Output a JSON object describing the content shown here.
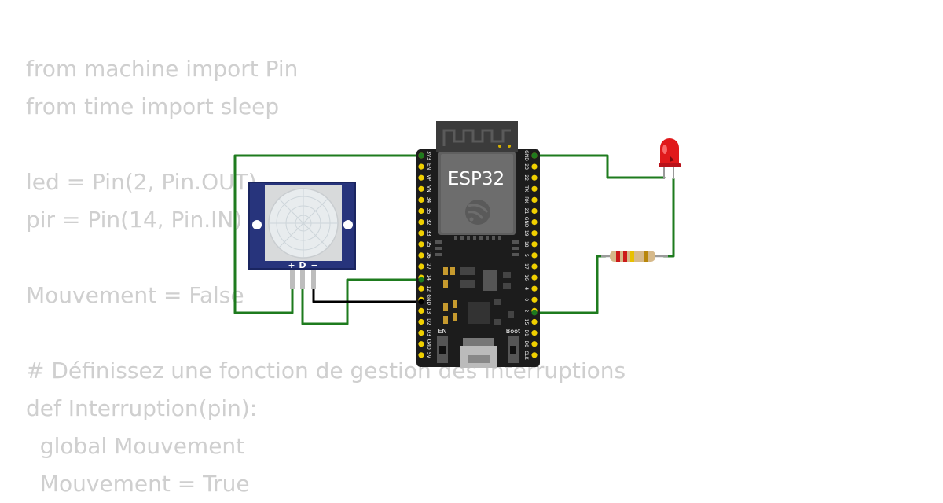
{
  "code": {
    "lines": [
      "from machine import Pin",
      "from time import sleep",
      "",
      "led = Pin(2, Pin.OUT)",
      "pir = Pin(14, Pin.IN)",
      "",
      "Mouvement = False",
      "",
      "# Définissez une fonction de gestion des interruptions",
      "def Interruption(pin):",
      "  global Mouvement",
      "  Mouvement = True"
    ]
  },
  "board": {
    "title": "ESP32",
    "en_label": "EN",
    "boot_label": "Boot",
    "left_pins": [
      "3V3",
      "EN",
      "VP",
      "VN",
      "34",
      "35",
      "32",
      "33",
      "25",
      "26",
      "27",
      "14",
      "12",
      "GND",
      "13",
      "D2",
      "D3",
      "CMD",
      "5V"
    ],
    "right_pins": [
      "GND",
      "23",
      "22",
      "TX",
      "RX",
      "21",
      "GND",
      "19",
      "18",
      "5",
      "17",
      "16",
      "4",
      "0",
      "2",
      "15",
      "D1",
      "D0",
      "CLK"
    ]
  },
  "pir": {
    "plus_label": "+",
    "d_label": "D",
    "minus_label": "−"
  },
  "colors": {
    "wire_green": "#1e7b1e",
    "wire_black": "#000000",
    "board": "#1c1c1c",
    "pin": "#f0d000",
    "pir_blue": "#27347c",
    "led_red": "#e0191b",
    "resistor_body": "#d6b98a"
  }
}
